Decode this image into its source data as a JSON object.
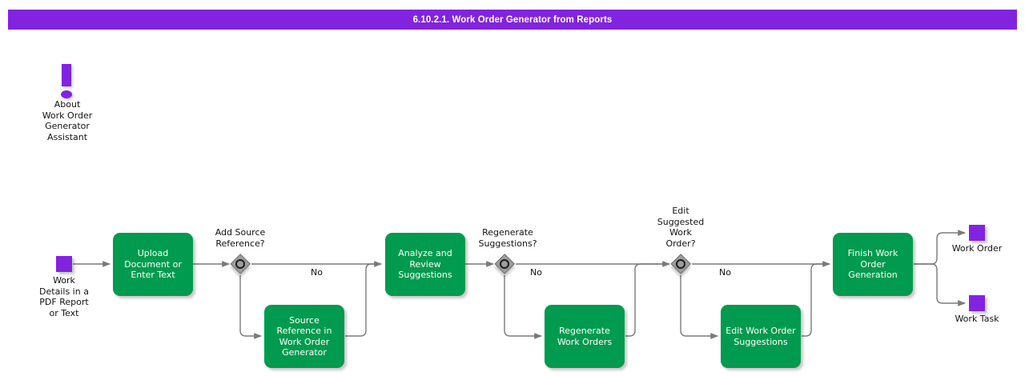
{
  "header": {
    "title": "6.10.2.1. Work Order Generator from Reports",
    "bar_color": "#8223e0",
    "text_color": "#ffffff"
  },
  "palette": {
    "task_green": "#009b4e",
    "event_purple": "#8223e0",
    "gateway_gray": "#9d9d9d",
    "connector_gray": "#7a7a7a",
    "text_dark": "#111111"
  },
  "annotation": {
    "icon": "exclamation-icon",
    "label": "About\nWork Order\nGenerator\nAssistant"
  },
  "events": {
    "start": {
      "name": "start-event",
      "label": "Work\nDetails in a\nPDF Report\nor Text"
    },
    "end_work_order": {
      "name": "end-event-work-order",
      "label": "Work Order"
    },
    "end_work_task": {
      "name": "end-event-work-task",
      "label": "Work Task"
    }
  },
  "tasks": [
    {
      "id": "upload-document",
      "label": "Upload\nDocument or\nEnter Text"
    },
    {
      "id": "source-reference",
      "label": "Source\nReference in\nWork Order\nGenerator"
    },
    {
      "id": "analyze-review",
      "label": "Analyze and\nReview\nSuggestions"
    },
    {
      "id": "regenerate-work-orders",
      "label": "Regenerate\nWork Orders"
    },
    {
      "id": "edit-work-order",
      "label": "Edit Work Order\nSuggestions"
    },
    {
      "id": "finish-generation",
      "label": "Finish Work\nOrder\nGeneration"
    }
  ],
  "gateways": [
    {
      "id": "add-source-reference",
      "label": "Add Source\nReference?",
      "no_label": "No"
    },
    {
      "id": "regenerate",
      "label": "Regenerate\nSuggestions?",
      "no_label": "No"
    },
    {
      "id": "edit-suggested",
      "label": "Edit\nSuggested\nWork\nOrder?",
      "no_label": "No"
    }
  ]
}
